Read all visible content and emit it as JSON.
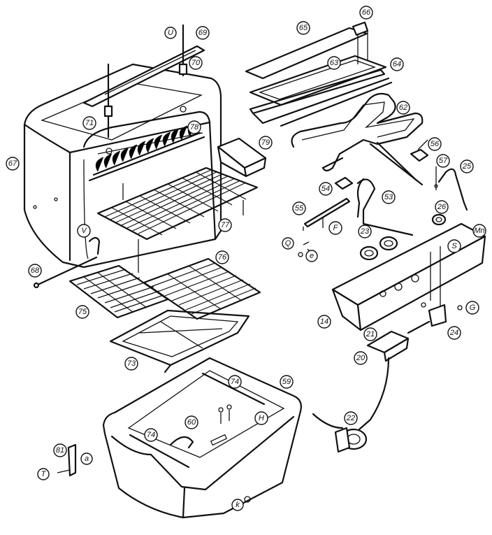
{
  "callouts": [
    {
      "id": "c66",
      "label": "66"
    },
    {
      "id": "c65",
      "label": "65"
    },
    {
      "id": "c63",
      "label": "63"
    },
    {
      "id": "c64",
      "label": "64"
    },
    {
      "id": "c62",
      "label": "62"
    },
    {
      "id": "cU",
      "label": "U"
    },
    {
      "id": "c69",
      "label": "69"
    },
    {
      "id": "c70",
      "label": "70"
    },
    {
      "id": "c71",
      "label": "71"
    },
    {
      "id": "c78",
      "label": "78"
    },
    {
      "id": "c79",
      "label": "79"
    },
    {
      "id": "c67",
      "label": "67"
    },
    {
      "id": "c56",
      "label": "56"
    },
    {
      "id": "c57",
      "label": "57"
    },
    {
      "id": "c25",
      "label": "25"
    },
    {
      "id": "c54",
      "label": "54"
    },
    {
      "id": "c53",
      "label": "53"
    },
    {
      "id": "c55",
      "label": "55"
    },
    {
      "id": "cF",
      "label": "F"
    },
    {
      "id": "c26",
      "label": "26"
    },
    {
      "id": "cM",
      "label": "Mn"
    },
    {
      "id": "c77",
      "label": "77"
    },
    {
      "id": "cV",
      "label": "V"
    },
    {
      "id": "c23",
      "label": "23"
    },
    {
      "id": "cQ",
      "label": "Q"
    },
    {
      "id": "cE",
      "label": "e"
    },
    {
      "id": "cS",
      "label": "S"
    },
    {
      "id": "c68",
      "label": "68"
    },
    {
      "id": "c76",
      "label": "76"
    },
    {
      "id": "c75",
      "label": "75"
    },
    {
      "id": "c14",
      "label": "14"
    },
    {
      "id": "cG",
      "label": "G"
    },
    {
      "id": "c24",
      "label": "24"
    },
    {
      "id": "c21",
      "label": "21"
    },
    {
      "id": "c20",
      "label": "20"
    },
    {
      "id": "c73",
      "label": "73"
    },
    {
      "id": "c74a",
      "label": "74"
    },
    {
      "id": "c59",
      "label": "59"
    },
    {
      "id": "cH",
      "label": "H"
    },
    {
      "id": "c60",
      "label": "60"
    },
    {
      "id": "c74b",
      "label": "74"
    },
    {
      "id": "c22",
      "label": "22"
    },
    {
      "id": "c81",
      "label": "81"
    },
    {
      "id": "cA",
      "label": "a"
    },
    {
      "id": "cT",
      "label": "T"
    },
    {
      "id": "cK",
      "label": "k"
    }
  ]
}
